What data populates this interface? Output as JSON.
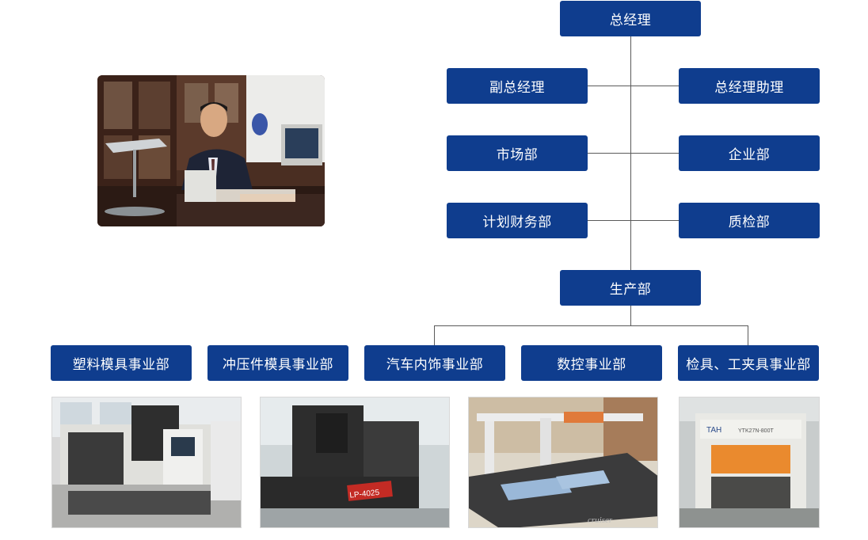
{
  "org": {
    "gm": "总经理",
    "deputy_gm": "副总经理",
    "gm_assistant": "总经理助理",
    "market": "市场部",
    "enterprise": "企业部",
    "finance": "计划财务部",
    "quality": "质检部",
    "production": "生产部",
    "divisions": [
      "塑料模具事业部",
      "冲压件模具事业部",
      "汽车内饰事业部",
      "数控事业部",
      "检具、工夹具事业部"
    ]
  },
  "photos": {
    "machine2_badge": "LP-4025",
    "machine3_brand": "cruiser",
    "machine4_brand": "TAH",
    "machine4_model": "YTK27N-800T"
  },
  "colors": {
    "node_fill": "#0f3d8e",
    "node_text": "#ffffff",
    "connector": "#5a5a5a"
  }
}
